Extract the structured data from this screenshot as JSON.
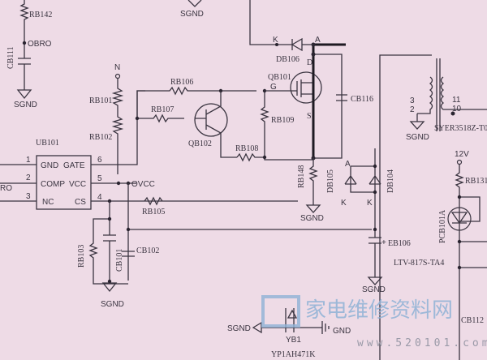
{
  "schematic": {
    "ic": {
      "ref": "UB101",
      "pins": [
        {
          "num": "1",
          "left": "GND",
          "right": "GATE",
          "rnum": "6"
        },
        {
          "num": "2",
          "left": "COMP",
          "right": "VCC",
          "rnum": "5"
        },
        {
          "num": "3",
          "left": "NC",
          "right": "CS",
          "rnum": "4"
        }
      ]
    },
    "labels": {
      "rb142": "RB142",
      "obro": "OBRO",
      "cb111": "CB111",
      "sgnd": "SGND",
      "n": "N",
      "rb101": "RB101",
      "rb102": "RB102",
      "rb106": "RB106",
      "rb107": "RB107",
      "qb102": "QB102",
      "rb109": "RB109",
      "rb108": "RB108",
      "qb101": "QB101",
      "g": "G",
      "d": "D",
      "s": "S",
      "k": "K",
      "a": "A",
      "db106": "DB106",
      "cb116": "CB116",
      "transformer": "SYER3518Z-T0",
      "pin2": "2",
      "pin3": "3",
      "pin11": "11",
      "pin10": "10",
      "v12": "12V",
      "rb131": "RB131",
      "ovcc": "OVCC",
      "rb105": "RB105",
      "rb103": "RB103",
      "cb101": "CB101",
      "cb102": "CB102",
      "rb148": "RB148",
      "db105": "DB105",
      "db104": "DB104",
      "eb106": "EB106",
      "plus": "+",
      "opto": "PCB101A",
      "opto_part": "LTV-817S-TA4",
      "cb112": "CB112",
      "gnd": "GND",
      "yb1": "YB1",
      "yb1_part": "YP1AH471K",
      "ro": "RO"
    },
    "watermark": {
      "text": "家电维修资料网",
      "url": "www.520101.com"
    }
  }
}
